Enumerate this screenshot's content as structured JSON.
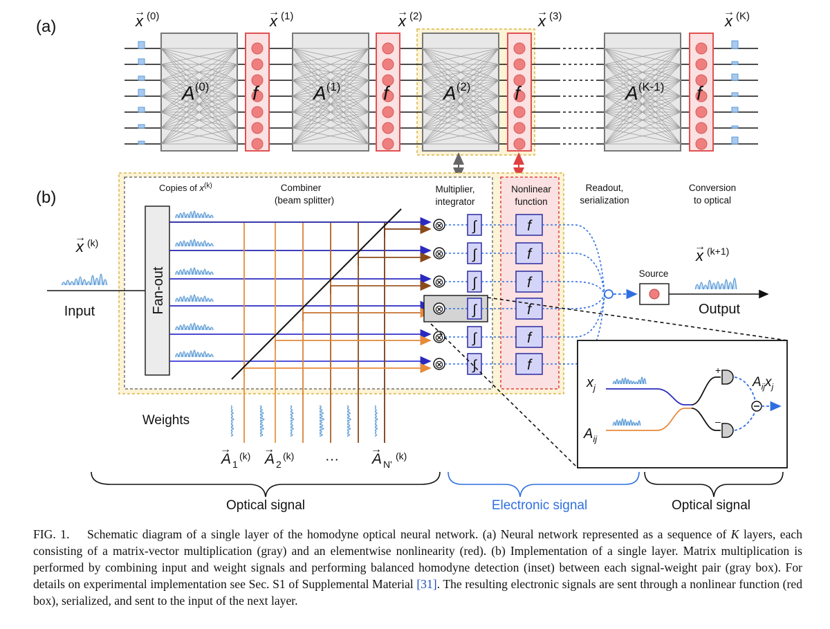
{
  "panel_a": {
    "label": "(a)",
    "vector_labels": [
      "x",
      "x",
      "x",
      "x",
      "x"
    ],
    "vector_superscripts": [
      "(0)",
      "(1)",
      "(2)",
      "(3)",
      "(K)"
    ],
    "matrix_label": "A",
    "matrix_superscripts": [
      "(0)",
      "(1)",
      "(2)",
      "(K-1)"
    ],
    "nonlinearity_label": "f"
  },
  "panel_b": {
    "label": "(b)",
    "section_labels": {
      "copies_prefix": "Copies of ",
      "copies_var": "x",
      "copies_sup": "(k)",
      "combiner_line1": "Combiner",
      "combiner_line2": "(beam splitter)",
      "multiplier_line1": "Multiplier,",
      "multiplier_line2": "integrator",
      "nonlinear_line1": "Nonlinear",
      "nonlinear_line2": "function",
      "readout_line1": "Readout,",
      "readout_line2": "serialization",
      "conversion_line1": "Conversion",
      "conversion_line2": "to optical"
    },
    "fanout_label": "Fan-out",
    "input_label": "Input",
    "input_var": "x",
    "input_sup": "(k)",
    "output_label": "Output",
    "output_var": "x",
    "output_sup": "(k+1)",
    "source_label": "Source",
    "nonlinear_symbol": "f",
    "integral_symbol": "∫",
    "multiply_symbol": "⊗",
    "weights_label": "Weights",
    "weight_var": "A",
    "weight_subs": [
      "1",
      "2",
      "N'"
    ],
    "weight_sup": "(k)",
    "weight_ellipsis": "···",
    "inset": {
      "xj_label": "x",
      "xj_sub": "j",
      "aij_label": "A",
      "aij_sub": "ij",
      "product_a": "A",
      "product_a_sub": "ij",
      "product_x": "x",
      "product_x_sub": "j",
      "plus": "+",
      "minus": "–"
    },
    "braces": {
      "left": "Optical signal",
      "middle_first": "E",
      "middle_rest": "lectronic signal",
      "right": "Optical signal"
    }
  },
  "caption": {
    "prefix": "FIG. 1.",
    "part1": "Schematic diagram of a single layer of the homodyne optical neural network. (a) Neural network represented as a sequence of ",
    "k_var": "K",
    "part2": " layers, each consisting of a matrix-vector multiplication (gray) and an elementwise nonlinearity (red). (b) Implementation of a single layer. Matrix multiplication is performed by combining input and weight signals and performing balanced homodyne detection (inset) between each signal-weight pair (gray box). For details on experimental implementation see Sec. S1 of Supplemental Material ",
    "ref": "[31]",
    "part3": ". The resulting electronic signals are sent through a nonlinear function (red box), serialized, and sent to the input of the next layer."
  },
  "colors": {
    "matrix_fill": "#e8e8e8",
    "matrix_stroke": "#777777",
    "nonlinear_fill": "#fbe1e1",
    "nonlinear_stroke": "#e05050",
    "neuron": "#ef7f7f",
    "highlight_fill": "#fdf3d6",
    "highlight_stroke": "#d8b54a",
    "signal_blue": "#2a2ac0",
    "signal_orange": "#e88a3a",
    "signal_brown": "#8a4a1a",
    "electronic": "#2f6fe0",
    "box_fill": "#d4d4f8",
    "box_stroke": "#2a2aa0",
    "pulse": "#5b9bd5"
  }
}
